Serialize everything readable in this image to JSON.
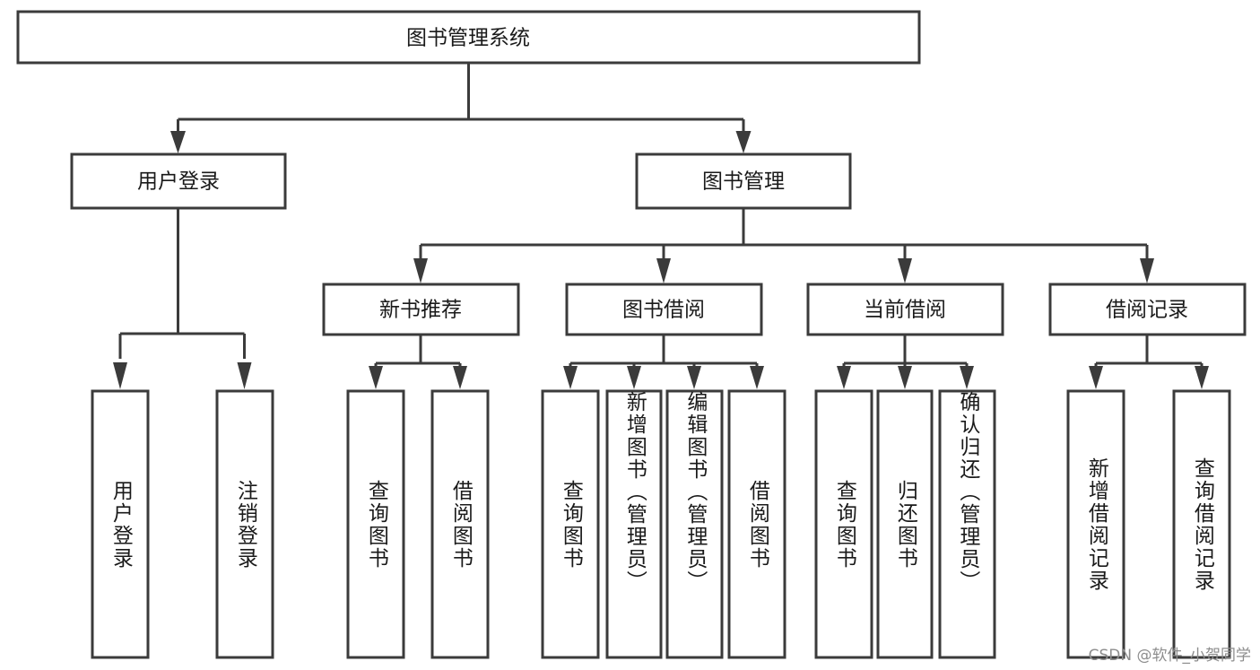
{
  "diagram": {
    "title_node": {
      "label": "图书管理系统"
    },
    "level2": [
      {
        "label": "用户登录"
      },
      {
        "label": "图书管理"
      }
    ],
    "level3": [
      {
        "label": "新书推荐"
      },
      {
        "label": "图书借阅"
      },
      {
        "label": "当前借阅"
      },
      {
        "label": "借阅记录"
      }
    ],
    "leaves": {
      "user_login": [
        {
          "label": "用户登录"
        },
        {
          "label": "注销登录"
        }
      ],
      "new_book_recommend": [
        {
          "label": "查询图书"
        },
        {
          "label": "借阅图书"
        }
      ],
      "book_borrow": [
        {
          "label": "查询图书"
        },
        {
          "label": "新增图书（管理员）"
        },
        {
          "label": "编辑图书（管理员）"
        },
        {
          "label": "借阅图书"
        }
      ],
      "current_borrow": [
        {
          "label": "查询图书"
        },
        {
          "label": "归还图书"
        },
        {
          "label": "确认归还（管理员）"
        }
      ],
      "borrow_record": [
        {
          "label": "新增借阅记录"
        },
        {
          "label": "查询借阅记录"
        }
      ]
    }
  },
  "watermark": {
    "text": "CSDN @软件_小贺同学"
  },
  "colors": {
    "stroke": "#3b3b3b",
    "fill": "#ffffff",
    "text": "#1a1a1a",
    "watermark": "#8d8d8d"
  }
}
